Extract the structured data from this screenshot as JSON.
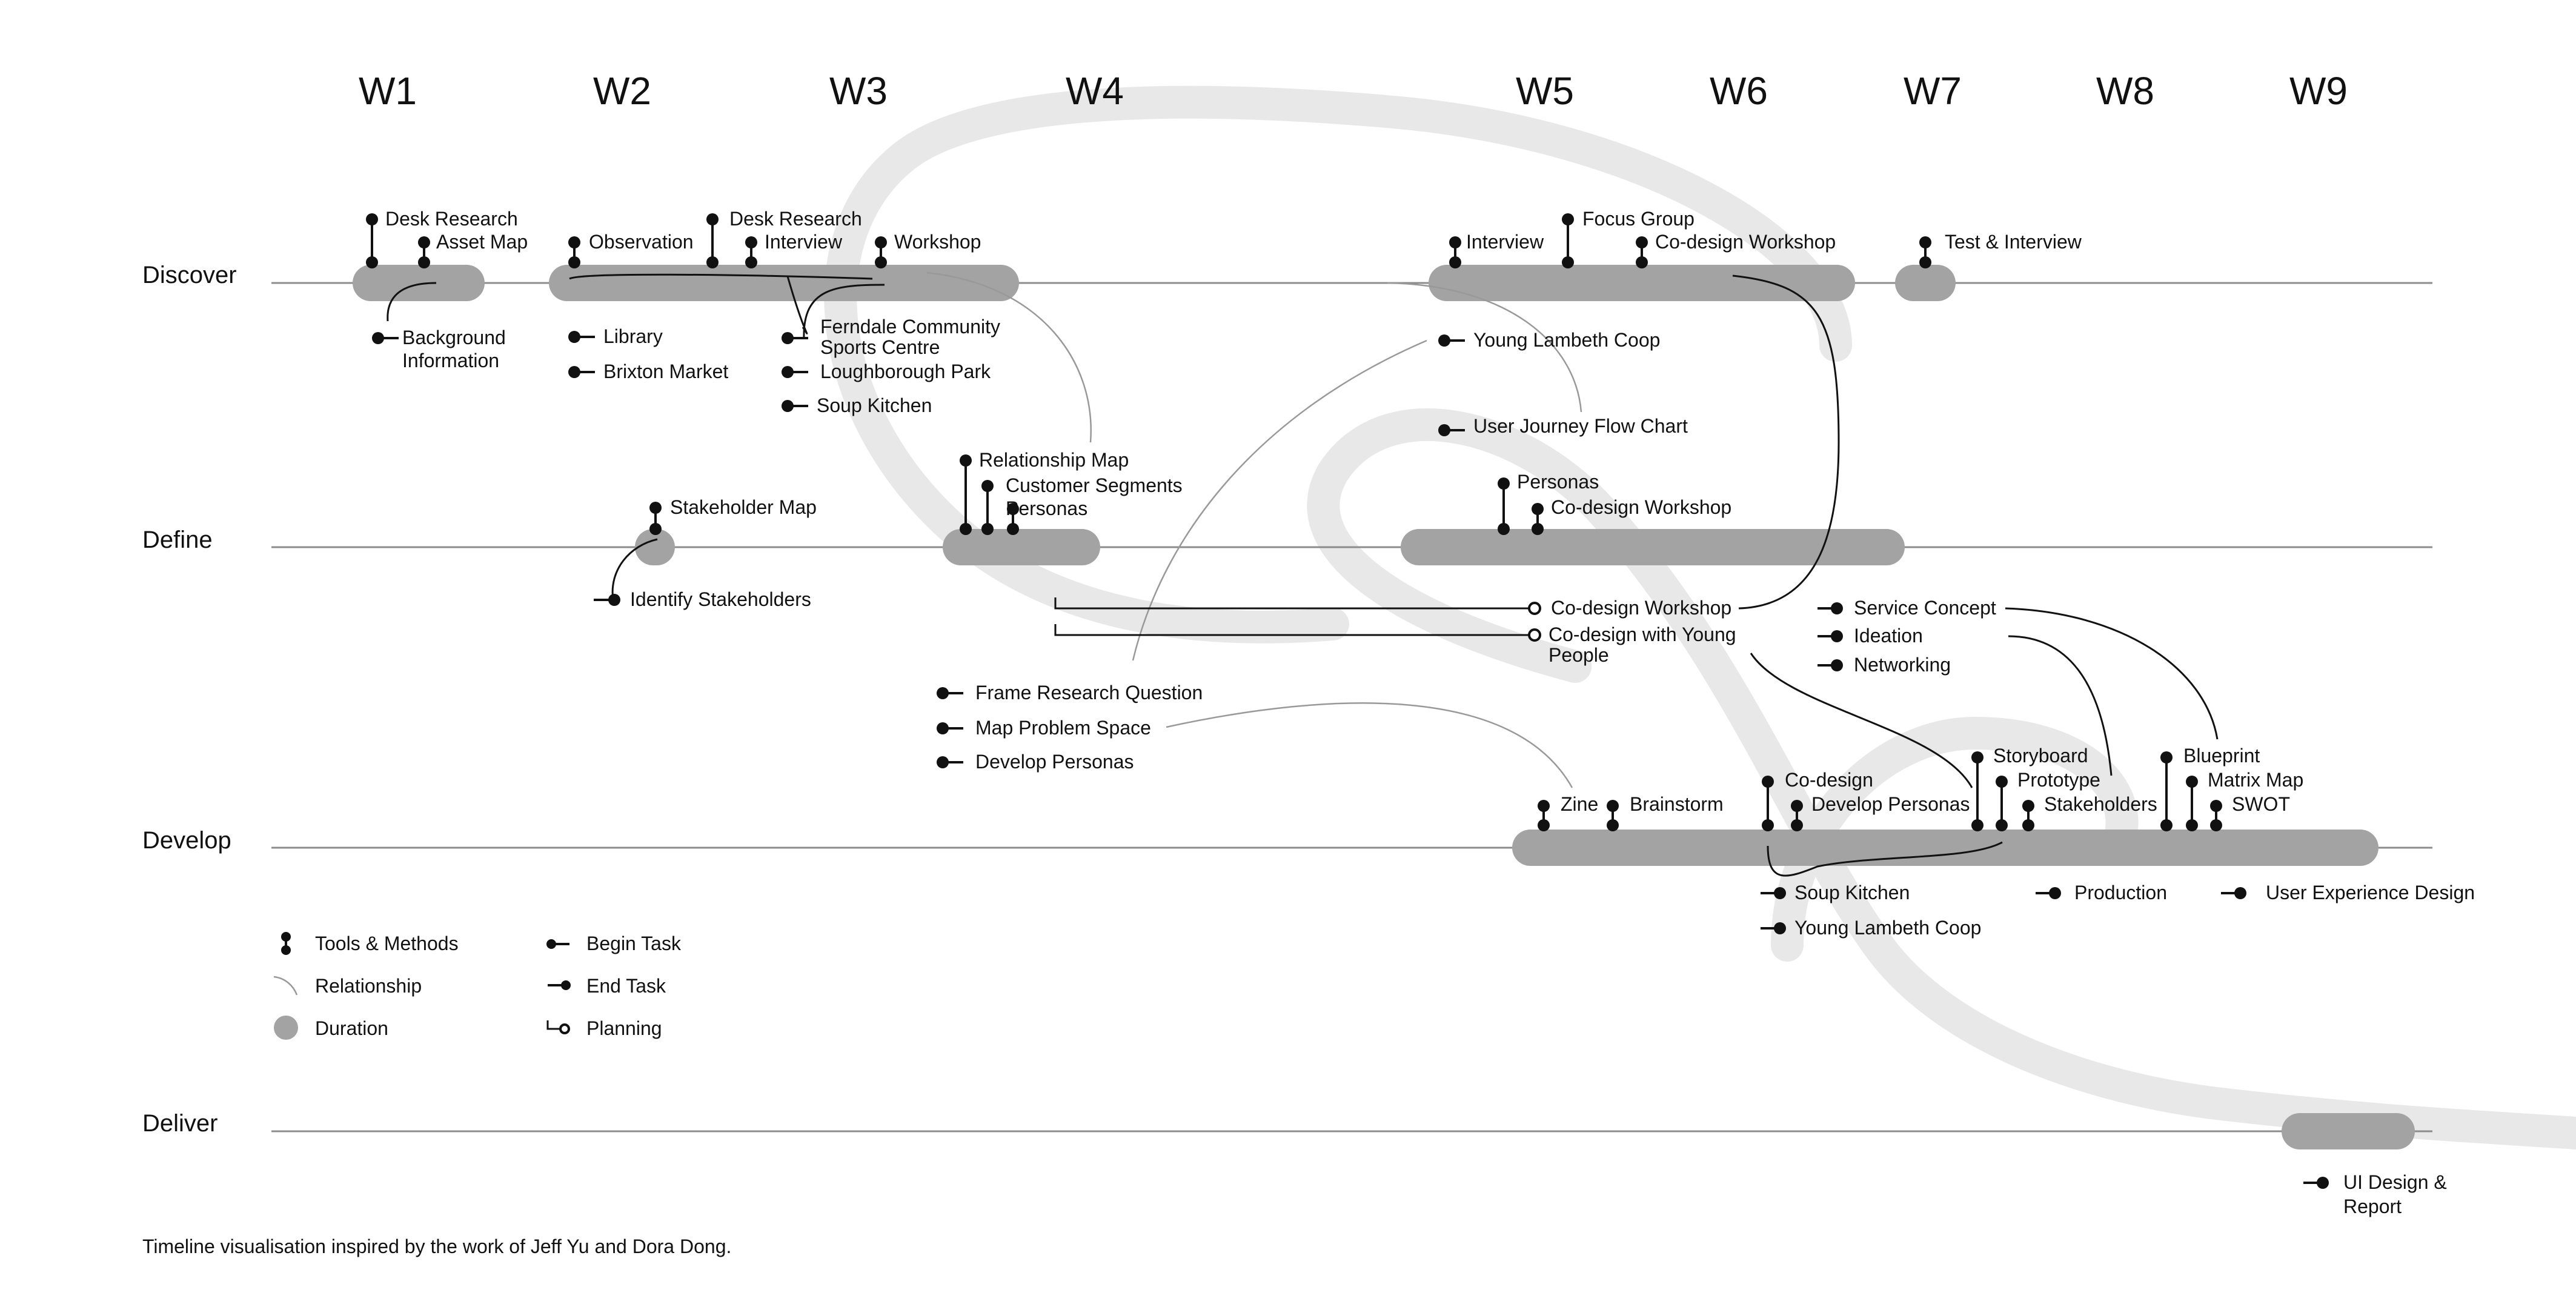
{
  "weeks": [
    "W1",
    "W2",
    "W3",
    "W4",
    "W5",
    "W6",
    "W7",
    "W8",
    "W9"
  ],
  "phases": {
    "discover": "Discover",
    "define": "Define",
    "develop": "Develop",
    "deliver": "Deliver"
  },
  "discover": {
    "desk_research_1": "Desk Research",
    "asset_map": "Asset Map",
    "background_information_1": "Background",
    "background_information_2": "Information",
    "observation": "Observation",
    "desk_research_2": "Desk Research",
    "interview_1": "Interview",
    "workshop": "Workshop",
    "library": "Library",
    "brixton_market": "Brixton Market",
    "ferndale_1": "Ferndale Community",
    "ferndale_2": "Sports Centre",
    "loughborough_park": "Loughborough Park",
    "soup_kitchen_1": "Soup Kitchen",
    "interview_2": "Interview",
    "focus_group": "Focus Group",
    "codesign_workshop_1": "Co-design Workshop",
    "young_lambeth_coop_1": "Young Lambeth Coop",
    "user_journey": "User Journey Flow Chart",
    "test_interview": "Test & Interview"
  },
  "define": {
    "relationship_map": "Relationship Map",
    "customer_segments": "Customer Segments",
    "personas_1": "Personas",
    "stakeholder_map": "Stakeholder Map",
    "identify_stakeholders": "Identify Stakeholders",
    "personas_2": "Personas",
    "codesign_workshop_2": "Co-design Workshop",
    "codesign_workshop_plan": "Co-design Workshop",
    "codesign_young_1": "Co-design with Young",
    "codesign_young_2": "People",
    "frame_research_question": "Frame Research Question",
    "map_problem_space": "Map Problem Space",
    "develop_personas_1": "Develop Personas",
    "service_concept": "Service Concept",
    "ideation": "Ideation",
    "networking": "Networking"
  },
  "develop": {
    "zine": "Zine",
    "brainstorm": "Brainstorm",
    "codesign": "Co-design",
    "develop_personas_2": "Develop Personas",
    "storyboard": "Storyboard",
    "prototype": "Prototype",
    "stakeholders": "Stakeholders",
    "blueprint": "Blueprint",
    "matrix_map": "Matrix Map",
    "swot": "SWOT",
    "soup_kitchen_2": "Soup Kitchen",
    "young_lambeth_coop_2": "Young Lambeth Coop",
    "production": "Production",
    "user_experience_design": "User Experience Design"
  },
  "deliver": {
    "ui_design_1": "UI Design &",
    "ui_design_2": "Report"
  },
  "legend": {
    "tools_methods": "Tools & Methods",
    "relationship": "Relationship",
    "duration": "Duration",
    "begin_task": "Begin Task",
    "end_task": "End Task",
    "planning": "Planning"
  },
  "footer": "Timeline visualisation inspired by the work of Jeff Yu and Dora Dong.",
  "colors": {
    "duration": "#a3a3a3",
    "swirl": "#e8e8e8",
    "axis": "#8c8c8c",
    "ink": "#111111"
  }
}
